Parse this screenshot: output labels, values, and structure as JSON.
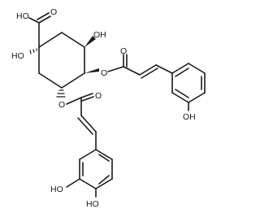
{
  "molecule": {
    "atom_labels": {
      "carboxyl_oh": "HO",
      "carboxyl_o": "O",
      "c1_oh": "HO",
      "c5_oh": "OH",
      "ester_a_link_o": "O",
      "ester_a_carbonyl_o": "O",
      "ester_b_link_o": "O",
      "ester_b_carbonyl_o": "O",
      "p_coumaroyl_oh": "OH",
      "caffeoyl_oh_3": "HO",
      "caffeoyl_oh_4": "HO"
    }
  }
}
